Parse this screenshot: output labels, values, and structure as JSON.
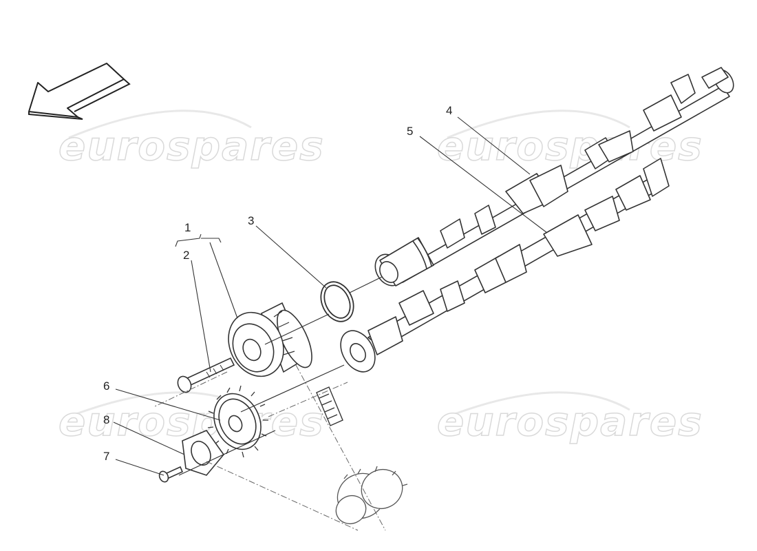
{
  "watermark": {
    "text": "eurospares"
  },
  "callouts": [
    {
      "id": "1",
      "label": "1"
    },
    {
      "id": "2",
      "label": "2"
    },
    {
      "id": "3",
      "label": "3"
    },
    {
      "id": "4",
      "label": "4"
    },
    {
      "id": "5",
      "label": "5"
    },
    {
      "id": "6",
      "label": "6"
    },
    {
      "id": "7",
      "label": "7"
    },
    {
      "id": "8",
      "label": "8"
    }
  ],
  "icons": {
    "direction_arrow": "arrow-left-down-icon"
  }
}
